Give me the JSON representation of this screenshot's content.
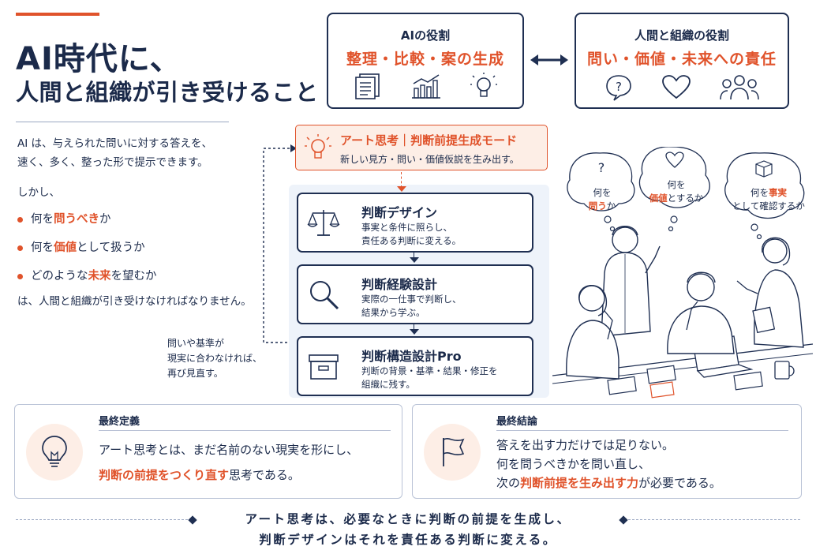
{
  "title": {
    "line1": "AI時代に、",
    "line2": "人間と組織が引き受けること"
  },
  "ai_role": {
    "heading": "AIの役割",
    "items": "整理・比較・案の生成",
    "icons": [
      "document-icon",
      "bar-chart-icon",
      "lightbulb-icon"
    ]
  },
  "human_role": {
    "heading": "人間と組織の役割",
    "items": "問い・価値・未来への責任",
    "icons": [
      "question-icon",
      "heart-icon",
      "people-icon"
    ]
  },
  "intro": {
    "line1": "AI は、与えられた問いに対する答えを、",
    "line2": "速く、多く、整った形で提示できます。",
    "but": "しかし、",
    "bullets": [
      {
        "pre": "何を",
        "hl": "問うべき",
        "post": "か"
      },
      {
        "pre": "何を",
        "hl": "価値",
        "post": "として扱うか"
      },
      {
        "pre": "どのような",
        "hl": "未来",
        "post": "を望むか"
      }
    ],
    "closing": "は、人間と組織が引き受けなければなりません。"
  },
  "loop_note": {
    "line1": "問いや基準が",
    "line2": "現実に合わなければ、",
    "line3": "再び見直す。"
  },
  "art_mode": {
    "title": "アート思考｜判断前提生成モード",
    "desc": "新しい見方・問い・価値仮説を生み出す。"
  },
  "steps": [
    {
      "title": "判断デザイン",
      "line1": "事実と条件に照らし、",
      "line2": "責任ある判断に変える。",
      "icon": "scales-icon"
    },
    {
      "title": "判断経験設計",
      "line1": "実際の一仕事で判断し、",
      "line2": "結果から学ぶ。",
      "icon": "magnifier-icon"
    },
    {
      "title": "判断構造設計Pro",
      "line1": "判断の背景・基準・結果・修正を",
      "line2": "組織に残す。",
      "icon": "archive-box-icon"
    }
  ],
  "bubbles": [
    {
      "line1": "何を",
      "hl": "問う",
      "post": "か"
    },
    {
      "line1": "何を",
      "hl": "価値",
      "post": "とするか"
    },
    {
      "pre": "何を",
      "hl": "事実",
      "line2": "として確認するか"
    }
  ],
  "definition": {
    "heading": "最終定義",
    "line1": "アート思考とは、まだ名前のない現実を形にし、",
    "line2_hl": "判断の前提をつくり直す",
    "line2_post": "思考である。"
  },
  "conclusion": {
    "heading": "最終結論",
    "line1": "答えを出す力だけでは足りない。",
    "line2": "何を問うべきかを問い直し、",
    "line3_pre": "次の",
    "line3_hl": "判断前提を生み出す力",
    "line3_post": "が必要である。"
  },
  "final": {
    "line1": "アート思考は、必要なときに判断の前提を生成し、",
    "line2": "判断デザインはそれを責任ある判断に変える。"
  },
  "colors": {
    "navy": "#1b2a4a",
    "accent": "#e0532b",
    "mode_bg": "#fdeee6",
    "flow_bg": "#eef3fa"
  }
}
